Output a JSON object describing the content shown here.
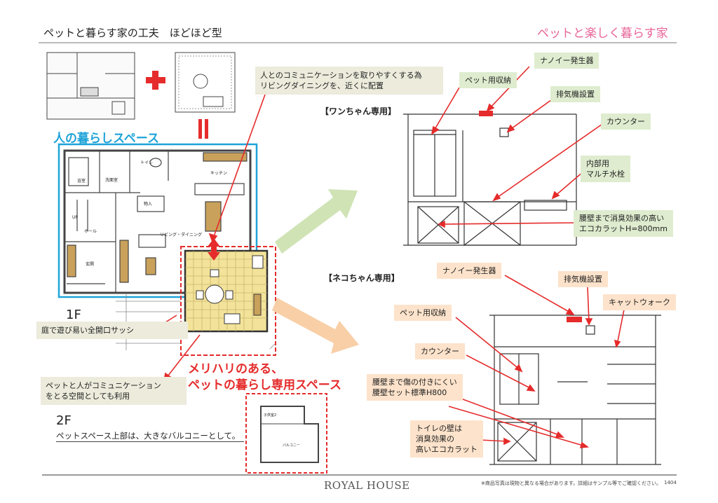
{
  "header": {
    "title": "ペットと暮らす家の工夫　ほどほど型",
    "subtitle": "ペットと楽しく暮らす家"
  },
  "left": {
    "callout_communication": "人とのコミュニケーションを取りやすくする為\nリビングダイニングを、近くに配置",
    "human_space": "人の暮らしスペース",
    "floor1": "1F",
    "callout_sash": "庭で遊び易い全開口サッシ",
    "pet_space_title": "メリハリのある、\nペットの暮らし専用スペース",
    "callout_shared": "ペットと人がコミュニケーション\nをとる空間としても利用",
    "floor2": "2F",
    "floor2_note": "ペットスペース上部は、大きなバルコニーとして。",
    "plan_labels": {
      "toilet": "トイレ",
      "kitchen": "キッチン",
      "bath": "浴室",
      "washroom": "洗面室",
      "storage": "物入",
      "up": "UP",
      "hall": "ホール",
      "entrance": "玄関",
      "living": "リビング・ダイニング",
      "kids_room": "子供室2",
      "balcony": "バルコニー"
    }
  },
  "dog": {
    "heading": "【ワンちゃん専用】",
    "nanoe": "ナノイー発生器",
    "pet_storage": "ペット用収納",
    "exhaust": "排気機設置",
    "counter": "カウンター",
    "faucet": "内部用\nマルチ水栓",
    "tile": "腰壁まで消臭効果の高い\nエコカラットH=800mm"
  },
  "cat": {
    "heading": "【ネコちゃん専用】",
    "nanoe": "ナノイー発生器",
    "exhaust": "排気機設置",
    "catwalk": "キャットウォーク",
    "pet_storage": "ペット用収納",
    "counter": "カウンター",
    "wainscot": "腰壁まで傷の付きにくい\n腰壁セット標準H800",
    "toilet_wall": "トイレの壁は\n消臭効果の\n高いエコカラット"
  },
  "footer": {
    "brand": "ROYAL HOUSE",
    "note": "※商品写真は現物と異なる場合があります。詳細はサンプル等でご確認ください。",
    "page": "1404"
  },
  "colors": {
    "accent_pink": "#e8669a",
    "blue": "#1ea3d8",
    "red": "#e52b2b",
    "callout_bg": "#ecebdc",
    "green_bg": "#dfeccf",
    "orange_bg": "#fde3cb"
  }
}
